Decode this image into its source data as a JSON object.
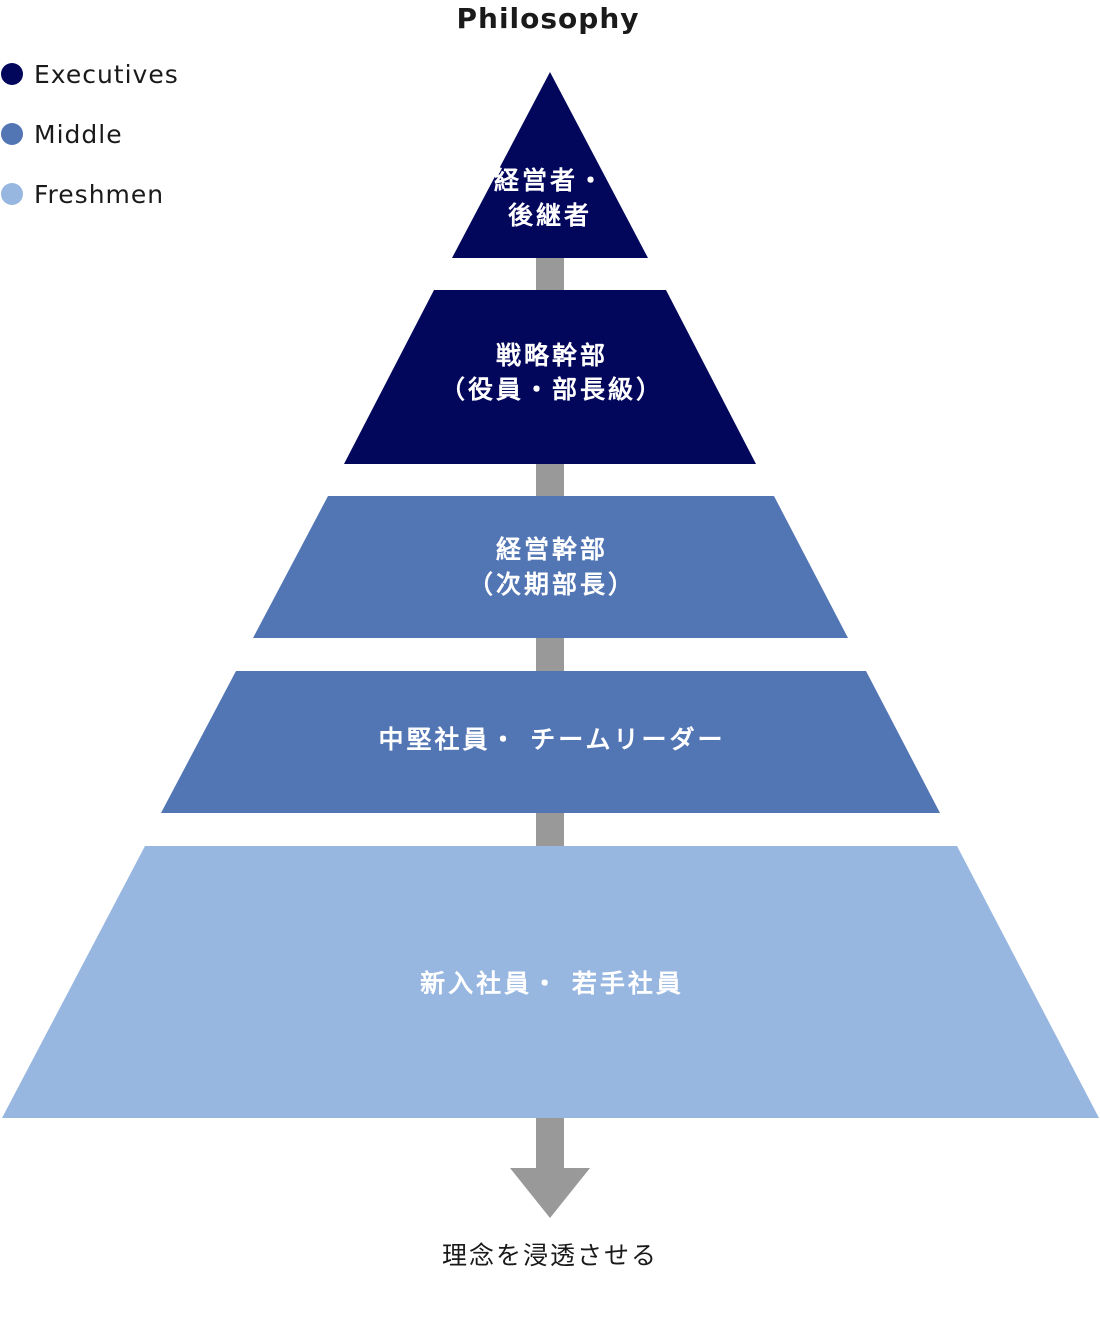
{
  "title": "Philosophy",
  "legend": [
    {
      "label": "Executives",
      "color": "#03075c"
    },
    {
      "label": "Middle",
      "color": "#5275b4"
    },
    {
      "label": "Freshmen",
      "color": "#97b6e0"
    }
  ],
  "tiers": [
    {
      "lines": [
        "経営者・",
        "後継者"
      ],
      "color": "#03075c"
    },
    {
      "lines": [
        "戦略幹部",
        "（役員・部長級）"
      ],
      "color": "#03075c"
    },
    {
      "lines": [
        "経営幹部",
        "（次期部長）"
      ],
      "color": "#5275b4"
    },
    {
      "lines": [
        "中堅社員・ チームリーダー"
      ],
      "color": "#5275b4"
    },
    {
      "lines": [
        "新入社員・ 若手社員"
      ],
      "color": "#97b6e0"
    }
  ],
  "arrow_color": "#999999",
  "caption": "理念を浸透させる"
}
